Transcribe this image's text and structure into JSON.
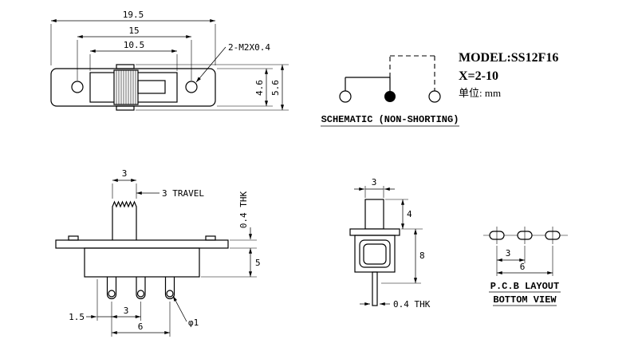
{
  "header": {
    "model": "MODEL:SS12F16",
    "variant": "X=2-10",
    "unit_label": "单位: mm"
  },
  "schematic": {
    "caption": "SCHEMATIC (NON-SHORTING)"
  },
  "top_view": {
    "dim_overall_width": "19.5",
    "dim_hole_spacing": "15",
    "dim_body_width": "10.5",
    "hole_callout": "2-M2X0.4",
    "dim_body_height": "4.6",
    "dim_overall_height": "5.6"
  },
  "front_view": {
    "dim_knob_width": "3",
    "travel_label": "3 TRAVEL",
    "plate_thickness_label": "0.4 THK",
    "dim_body_depth": "5",
    "dim_pin_offset": "1.5",
    "dim_pin_pitch": "3",
    "dim_pin_span": "6",
    "pin_hole_label": "φ1"
  },
  "side_view": {
    "dim_knob_depth": "3",
    "dim_knob_height": "4",
    "dim_body_height": "8",
    "pin_thickness_label": "0.4 THK"
  },
  "pcb_layout": {
    "dim_pad_pitch": "3",
    "dim_pad_span": "6",
    "caption_line1": "P.C.B LAYOUT",
    "caption_line2": "BOTTOM VIEW"
  }
}
